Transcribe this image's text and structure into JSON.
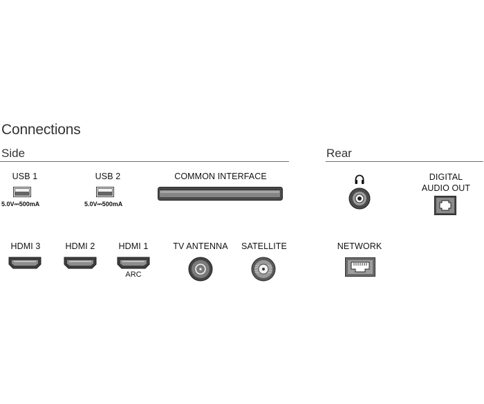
{
  "title": "Connections",
  "sections": {
    "side": "Side",
    "rear": "Rear"
  },
  "side_ports": {
    "usb1": {
      "label": "USB 1",
      "spec": "5.0V⎓500mA",
      "icon": "usb-port-icon"
    },
    "usb2": {
      "label": "USB 2",
      "spec": "5.0V⎓500mA",
      "icon": "usb-port-icon"
    },
    "common_interface": {
      "label": "COMMON INTERFACE",
      "icon": "ci-slot-icon"
    },
    "hdmi3": {
      "label": "HDMI 3",
      "icon": "hdmi-port-icon"
    },
    "hdmi2": {
      "label": "HDMI 2",
      "icon": "hdmi-port-icon"
    },
    "hdmi1": {
      "label": "HDMI 1",
      "sub": "ARC",
      "icon": "hdmi-port-icon"
    },
    "tv_antenna": {
      "label": "TV ANTENNA",
      "icon": "antenna-connector-icon"
    },
    "satellite": {
      "label": "SATELLITE",
      "icon": "satellite-connector-icon"
    }
  },
  "rear_ports": {
    "headphone": {
      "icon": "headphone-icon"
    },
    "digital_audio_out": {
      "label_line1": "DIGITAL",
      "label_line2": "AUDIO OUT",
      "icon": "optical-port-icon"
    },
    "network": {
      "label": "NETWORK",
      "icon": "ethernet-port-icon"
    }
  }
}
